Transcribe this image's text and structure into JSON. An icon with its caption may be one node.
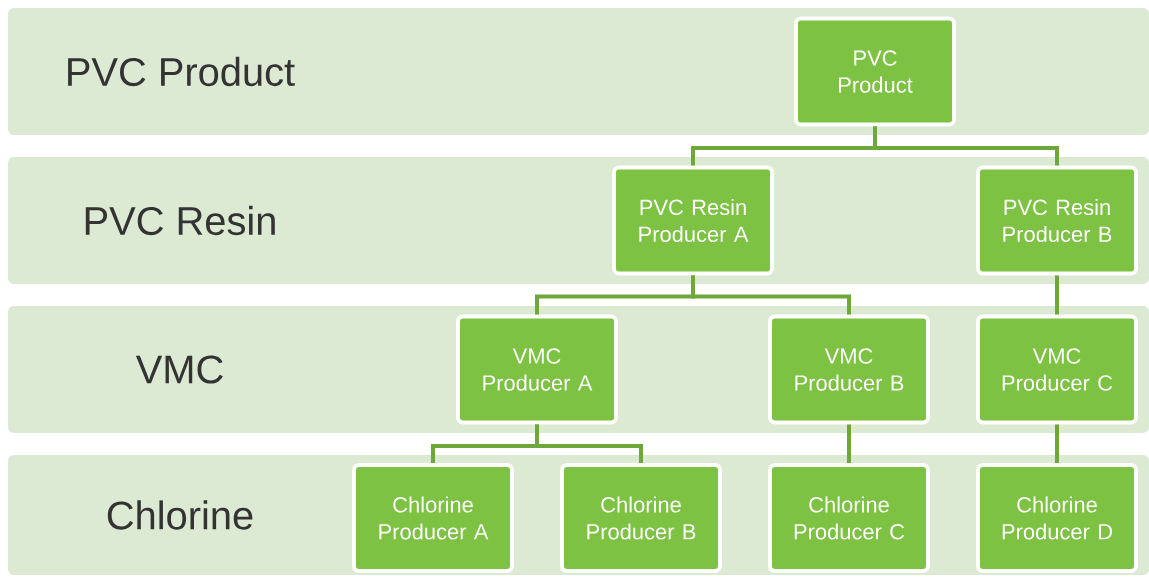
{
  "diagram": {
    "nodes": [
      {
        "text": [
          "PVC Product"
        ]
      },
      {
        "text": [
          "PVC Resin"
        ]
      },
      {
        "text": [
          "VMC"
        ]
      },
      {
        "text": [
          "Chlorine"
        ]
      },
      {
        "text": [
          "PVC Product"
        ],
        "in": 0
      },
      {
        "text": [
          "PVC Resin Producer A"
        ],
        "in": 1
      },
      {
        "text": [
          "PVC Resin Producer B"
        ],
        "in": 1
      },
      {
        "text": [
          "VMC Producer A"
        ],
        "in": 2
      },
      {
        "text": [
          "VMC Producer B"
        ],
        "in": 2
      },
      {
        "text": [
          "VMC Producer C"
        ],
        "in": 2
      },
      {
        "text": [
          "Chlorine Producer A"
        ],
        "in": 3
      },
      {
        "text": [
          "Chlorine Producer B"
        ],
        "in": 3
      },
      {
        "text": [
          "Chlorine Producer C"
        ],
        "in": 3
      },
      {
        "text": [
          "Chlorine Producer D"
        ],
        "in": 3
      }
    ],
    "edges": [
      {
        "from": 4,
        "to": 5,
        "arrow": "none"
      },
      {
        "from": 4,
        "to": 6,
        "arrow": "none"
      },
      {
        "from": 5,
        "to": 7,
        "arrow": "none"
      },
      {
        "from": 5,
        "to": 8,
        "arrow": "none"
      },
      {
        "from": 6,
        "to": 9,
        "arrow": "none"
      },
      {
        "from": 7,
        "to": 10,
        "arrow": "none"
      },
      {
        "from": 7,
        "to": 11,
        "arrow": "none"
      },
      {
        "from": 8,
        "to": 12,
        "arrow": "none"
      },
      {
        "from": 9,
        "to": 13,
        "arrow": "none"
      }
    ]
  }
}
